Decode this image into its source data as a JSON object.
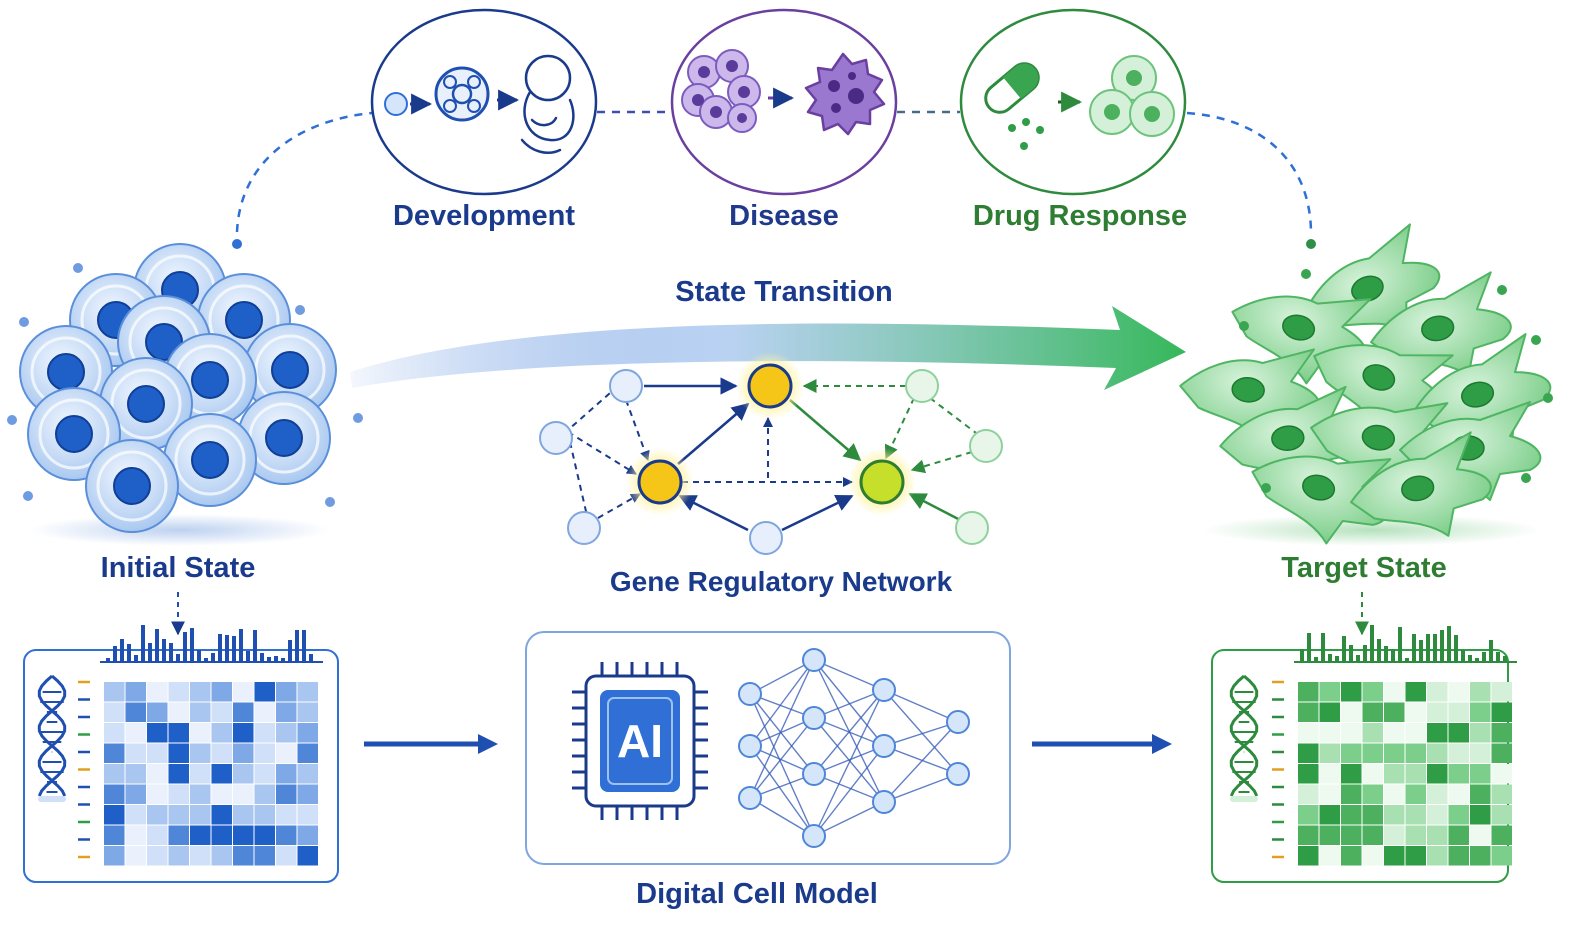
{
  "colors": {
    "navy": "#1a3a8c",
    "blue": "#2f6fd6",
    "light_blue": "#cfe0f8",
    "purple": "#6a3fa0",
    "green": "#2e9d45",
    "light_green": "#9fdca8",
    "yellow": "#f5c518"
  },
  "labels": {
    "development": "Development",
    "disease": "Disease",
    "drug_response": "Drug Response",
    "state_transition": "State Transition",
    "initial_state": "Initial State",
    "gene_regulatory_network": "Gene Regulatory Network",
    "target_state": "Target State",
    "digital_cell_model": "Digital Cell Model",
    "ai_chip": "AI"
  },
  "icons": [
    "fertilized-egg-icon",
    "morula-icon",
    "fetus-icon",
    "healthy-cell-cluster-icon",
    "cancer-cell-icon",
    "capsule-icon",
    "pill-particles-icon",
    "treated-cells-icon",
    "cell-cluster-icon",
    "green-cell-cluster-icon",
    "dna-helix-icon",
    "ai-chip-icon",
    "neural-network-icon",
    "expression-heatmap-icon",
    "expression-histogram-icon"
  ]
}
